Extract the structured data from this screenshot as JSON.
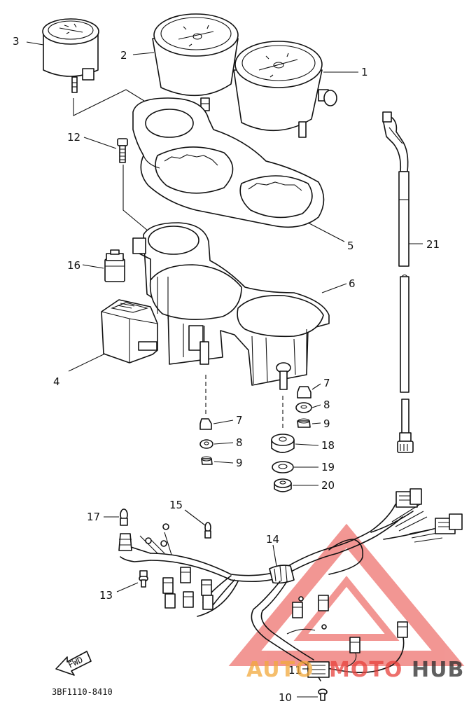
{
  "parts": [
    {
      "id": "1",
      "label": "1"
    },
    {
      "id": "2",
      "label": "2"
    },
    {
      "id": "3",
      "label": "3"
    },
    {
      "id": "4",
      "label": "4"
    },
    {
      "id": "5",
      "label": "5"
    },
    {
      "id": "6",
      "label": "6"
    },
    {
      "id": "7a",
      "label": "7"
    },
    {
      "id": "7b",
      "label": "7"
    },
    {
      "id": "8a",
      "label": "8"
    },
    {
      "id": "8b",
      "label": "8"
    },
    {
      "id": "9a",
      "label": "9"
    },
    {
      "id": "9b",
      "label": "9"
    },
    {
      "id": "10",
      "label": "10"
    },
    {
      "id": "11",
      "label": "11"
    },
    {
      "id": "12",
      "label": "12"
    },
    {
      "id": "13",
      "label": "13"
    },
    {
      "id": "14",
      "label": "14"
    },
    {
      "id": "15",
      "label": "15"
    },
    {
      "id": "16",
      "label": "16"
    },
    {
      "id": "17",
      "label": "17"
    },
    {
      "id": "18",
      "label": "18"
    },
    {
      "id": "19",
      "label": "19"
    },
    {
      "id": "20",
      "label": "20"
    },
    {
      "id": "21",
      "label": "21"
    }
  ],
  "fwd_label": "FWD",
  "diagram_code": "3BF1110-8410",
  "watermark": {
    "part1": "AUTO",
    "part2": "MOTO",
    "part3": "HUB",
    "accent_color": "#e8413c",
    "secondary_color": "#f2a93b",
    "dark_color": "#2b2b2b"
  }
}
